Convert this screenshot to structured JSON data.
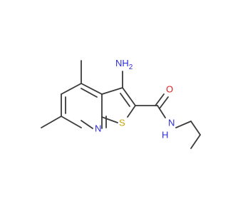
{
  "molecule": {
    "atoms": {
      "amino": {
        "text": "NH",
        "sub": "2",
        "color": "#2b2bd6"
      },
      "carbonyl_o": {
        "text": "O",
        "color": "#e01e1e"
      },
      "amide_n": {
        "text": "N",
        "color": "#2b2bd6"
      },
      "amide_h": {
        "text": "H",
        "color": "#2b2bd6"
      },
      "sulfur": {
        "text": "S",
        "color": "#c8a400"
      },
      "pyridine_n": {
        "text": "N",
        "color": "#2b2bd6"
      }
    },
    "bond_color": "#3a3a3a"
  }
}
